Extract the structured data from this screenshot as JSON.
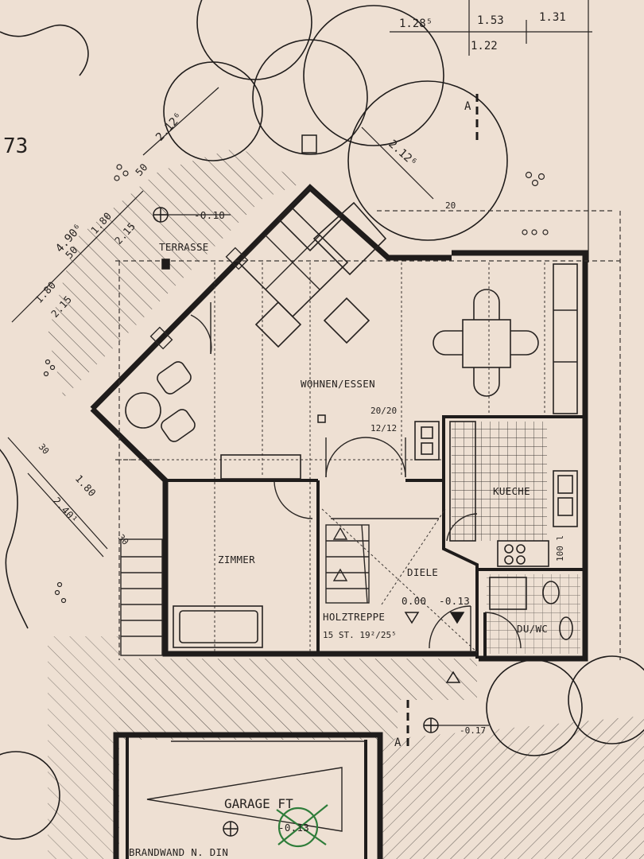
{
  "rooms": {
    "terrace": "TERRASSE",
    "living": "WOHNEN/ESSEN",
    "room": "ZIMMER",
    "kitchen": "KUECHE",
    "hall": "DIELE",
    "bath": "DU/WC",
    "garage": "GARAGE FT",
    "stairs_name": "HOLZTREPPE",
    "stairs_spec": "15 ST. 19²/25⁵",
    "firewall": "BRANDWAND N. DIN"
  },
  "levels": {
    "terrace": "-0.10",
    "hall_floor": "0.00",
    "hall_step": "-0.13",
    "entry": "-0.17",
    "garage_crossed": "-0.13"
  },
  "dimensions": {
    "top_a": "1.28⁵",
    "top_b": "1.53",
    "top_c": "1.31",
    "top_d": "1.22",
    "diag_a": "2.12⁶",
    "diag_b": "2.12⁶",
    "diag_c": "20",
    "left_a": "4.90⁶",
    "left_b": "1.80",
    "left_c": "50",
    "left_d": "2.15",
    "left_e": "1.80",
    "left_f": "50",
    "left_g": "2.15",
    "low_a": "1.80",
    "low_b": "2.40¹",
    "low_c": "30",
    "low_d": "30",
    "opening_a": "20/20",
    "opening_b": "12/12",
    "fridge": "100 l"
  },
  "markers": {
    "section": "A",
    "lot_number": "73"
  },
  "colors": {
    "paper": "#eee0d3",
    "ink": "#1f1c1b",
    "correction": "#2f7d3a"
  }
}
